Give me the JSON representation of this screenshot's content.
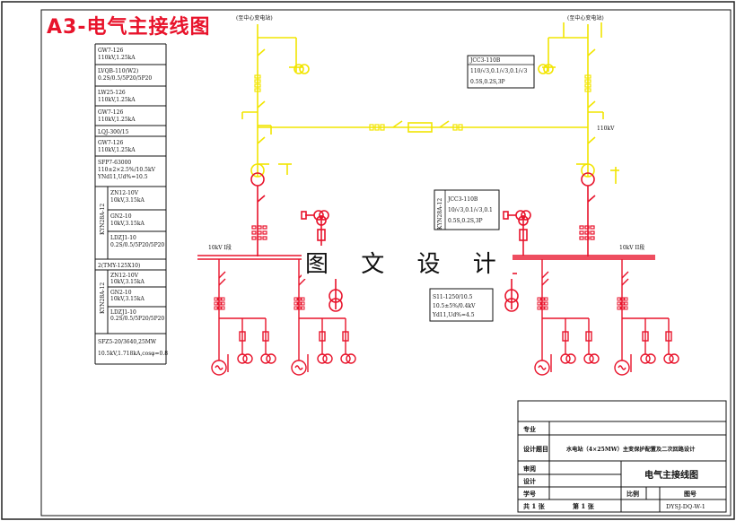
{
  "title": "A3-电气主接线图",
  "watermark": "图 文 设 计",
  "sources": {
    "left": "(至中心变电站)",
    "right": "(至中心变电站)"
  },
  "bus_labels": {
    "hv": "110kV",
    "left_10kv": "10kV I段",
    "right_10kv": "10kV II段"
  },
  "left_table": [
    {
      "lines": [
        "GW7-126",
        "110kV,1.25kA"
      ]
    },
    {
      "lines": [
        "LVQB-110(W2)",
        "0.2S/0.5/5P20/5P20"
      ]
    },
    {
      "lines": [
        "LW25-126",
        "110kV,1.25kA"
      ]
    },
    {
      "lines": [
        "GW7-126",
        "110kV,1.25kA"
      ]
    },
    {
      "lines": [
        "LQJ-300/15"
      ]
    },
    {
      "lines": [
        "GW7-126",
        "110kV,1.25kA"
      ]
    },
    {
      "lines": [
        "SFP7-63000",
        "110±2×2.5%/10.5kV",
        "YNd11,Ud%=10.5"
      ]
    }
  ],
  "left_group1": {
    "name": "KYN28A-12",
    "rows": [
      {
        "lines": [
          "ZN12-10V",
          "10kV,3.15kA"
        ]
      },
      {
        "lines": [
          "GN2-10",
          "10kV,3.15kA"
        ]
      },
      {
        "lines": [
          "LDZJ1-10",
          "0.2S/0.5/5P20/5P20"
        ]
      }
    ]
  },
  "left_mid": {
    "lines": [
      "2(TMY-125X10)"
    ]
  },
  "left_group2": {
    "name": "KYN28A-12",
    "rows": [
      {
        "lines": [
          "ZN12-10V",
          "10kV,3.15kA"
        ]
      },
      {
        "lines": [
          "GN2-10",
          "10kV,3.15kA"
        ]
      },
      {
        "lines": [
          "LDZJ1-10",
          "0.2S/0.5/5P20/5P20"
        ]
      }
    ]
  },
  "left_bottom": {
    "lines": [
      "SFZ5-20/3640,25MW",
      "10.5kV,1.718kA,cosφ=0.8"
    ]
  },
  "pt_box_top": {
    "lines": [
      "JCC3-110B",
      "110/√3,0.1/√3,0.1/√3",
      "0.5S,0.2S,3P"
    ]
  },
  "pt_box_mid": {
    "name": "KYN28A-12",
    "lines": [
      "JCC3-110B",
      "10/√3,0.1/√3,0.1",
      "0.5S,0.2S,3P"
    ]
  },
  "xfmr_box": {
    "lines": [
      "S11-1250/10.5",
      "10.5±5%/0.4kV",
      "Yd11,Ud%=4.5"
    ]
  },
  "title_block": {
    "r1_label": "专业",
    "r2_label": "设计题目",
    "r2_value": "水电站（4×25MW）主变保护配置及二次回路设计",
    "r3_label": "审阅",
    "r4_label": "设计",
    "r5_label": "学号",
    "drawing_name": "电气主接线图",
    "ratio_label": "比例",
    "drawing_no_label": "图号",
    "sheets_total": "共 1 张",
    "sheet_no": "第 1 张",
    "drawing_no": "DYSJ-DQ-W-1"
  },
  "colors": {
    "hv": "#f2e500",
    "lv": "#e8132b",
    "line": "#111111",
    "frame": "#111111"
  }
}
